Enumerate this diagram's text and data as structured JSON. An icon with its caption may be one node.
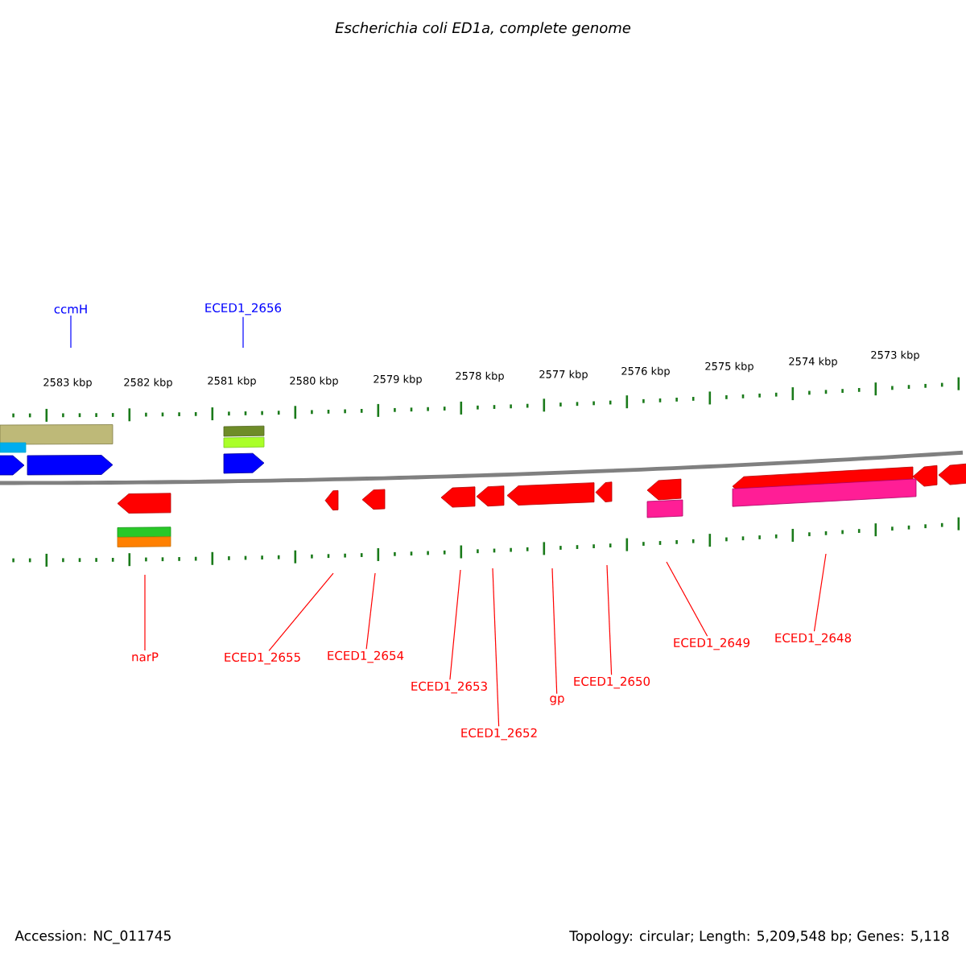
{
  "diagram": {
    "title": "*Escherichia coli* ED1a, complete genome",
    "nodes": [
      {
        "text": [
          "ccmH"
        ]
      },
      {
        "text": [
          "ECED1_2656"
        ]
      },
      {
        "text": [
          "narP"
        ]
      },
      {
        "text": [
          "ECED1_2655"
        ]
      },
      {
        "text": [
          "ECED1_2654"
        ]
      },
      {
        "text": [
          "ECED1_2653"
        ]
      },
      {
        "text": [
          "ECED1_2652"
        ]
      },
      {
        "text": [
          "gp"
        ]
      },
      {
        "text": [
          "ECED1_2650"
        ]
      },
      {
        "text": [
          "ECED1_2649"
        ]
      },
      {
        "text": [
          "ECED1_2648"
        ]
      }
    ],
    "edges": [
      {
        "from": 0,
        "to": null,
        "arrow": "none",
        "color": "#0000ff"
      },
      {
        "from": 1,
        "to": null,
        "arrow": "none",
        "color": "#0000ff"
      },
      {
        "from": 2,
        "to": null,
        "arrow": "none"
      },
      {
        "from": 3,
        "to": null,
        "arrow": "none"
      },
      {
        "from": 4,
        "to": null,
        "arrow": "none"
      },
      {
        "from": 5,
        "to": null,
        "arrow": "none"
      },
      {
        "from": 6,
        "to": null,
        "arrow": "none"
      },
      {
        "from": 7,
        "to": null,
        "arrow": "none"
      },
      {
        "from": 8,
        "to": null,
        "arrow": "none"
      },
      {
        "from": 9,
        "to": null,
        "arrow": "none"
      },
      {
        "from": 10,
        "to": null,
        "arrow": "none"
      }
    ],
    "labels": [
      "2583 kbp",
      "2582 kbp",
      "2581 kbp",
      "2580 kbp",
      "2579 kbp",
      "2578 kbp",
      "2577 kbp",
      "2576 kbp",
      "2575 kbp",
      "2574 kbp",
      "2573 kbp",
      "Accession: NC_011745",
      "Topology: circular; Length: 5,209,548 bp; Genes: 5,118"
    ]
  }
}
